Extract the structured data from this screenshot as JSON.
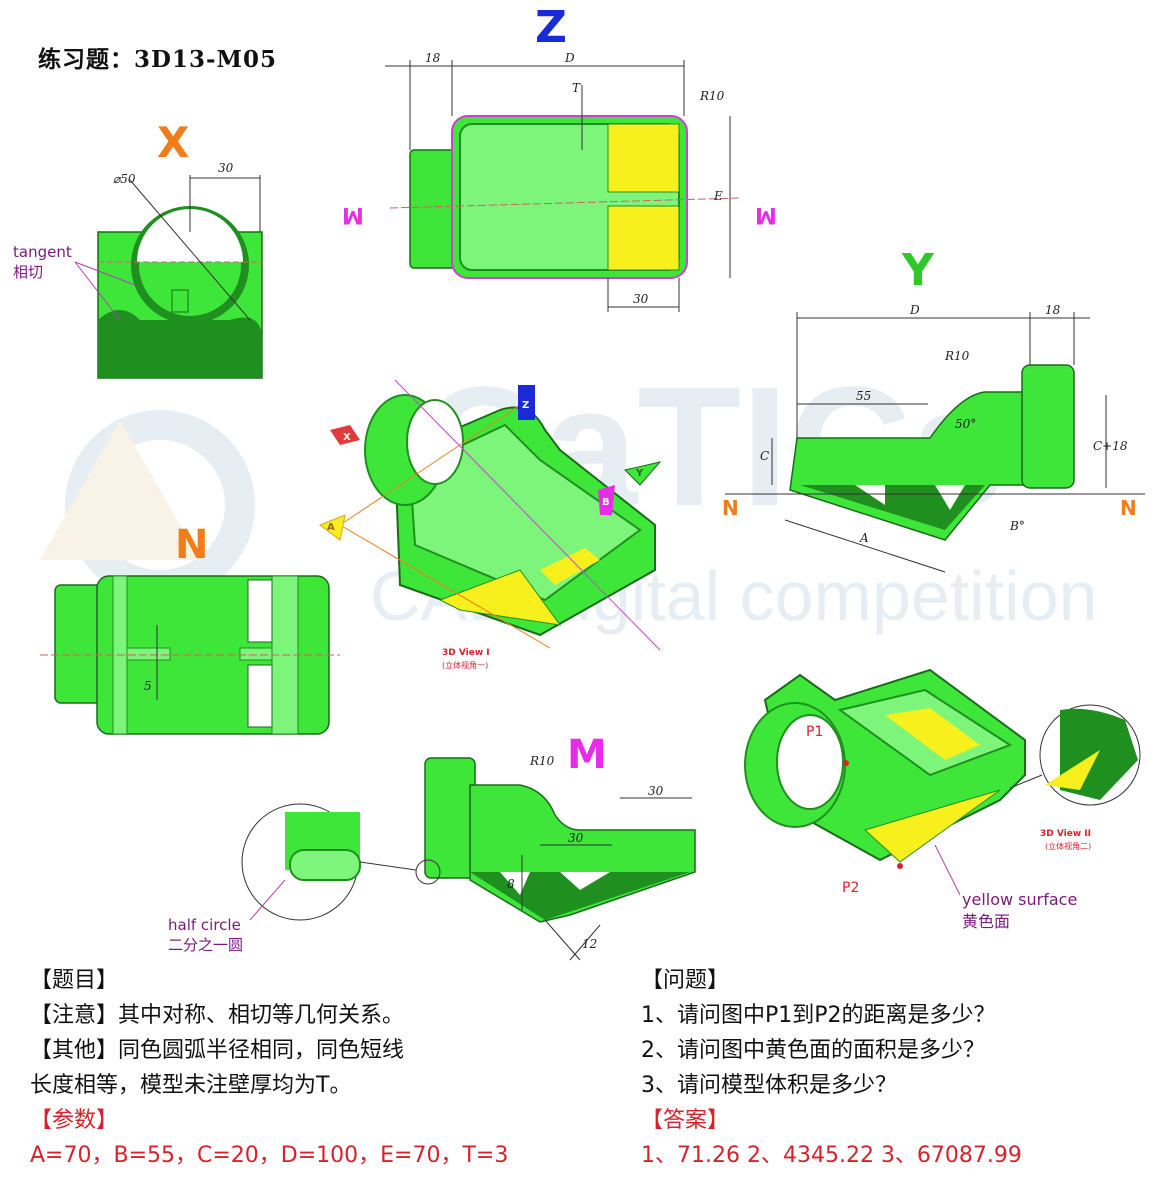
{
  "title": "练习题：3D13-M05",
  "views": {
    "x": "X",
    "z": "Z",
    "y": "Y",
    "n": "N",
    "m": "M",
    "section_m_left": "M",
    "section_m_right": "M",
    "section_n_left": "N",
    "section_n_right": "N"
  },
  "dimensions": {
    "z_18": "18",
    "z_d": "D",
    "z_t": "T",
    "z_r10": "R10",
    "z_e": "E",
    "z_30": "30",
    "x_30": "30",
    "x_d50": "⌀50",
    "y_d": "D",
    "y_18": "18",
    "y_r10": "R10",
    "y_55": "55",
    "y_50deg": "50°",
    "y_c": "C",
    "y_c18": "C+18",
    "y_a": "A",
    "y_b": "B°",
    "n_5": "5",
    "m_r10": "R10",
    "m_30a": "30",
    "m_30b": "30",
    "m_8": "8",
    "m_12": "12"
  },
  "annotations": {
    "tangent_en": "tangent",
    "tangent_cn": "相切",
    "half_circle_en": "half circle",
    "half_circle_cn": "二分之一圆",
    "view1_en": "3D View I",
    "view1_cn": "(立体视角一)",
    "view2_en": "3D View II",
    "view2_cn": "(立体视角二)",
    "p1": "P1",
    "p2": "P2",
    "yellow_en": "yellow surface",
    "yellow_cn": "黄色面",
    "iso_a": "A",
    "iso_x": "X",
    "iso_z": "Z",
    "iso_y": "Y",
    "iso_b": "B"
  },
  "watermark": {
    "line1": "CaTICs",
    "line2": "CAD digital competition"
  },
  "left_text": {
    "heading": "【题目】",
    "note": "【注意】其中对称、相切等几何关系。",
    "other1": "【其他】同色圆弧半径相同，同色短线",
    "other2": "长度相等，模型未注壁厚均为T。",
    "params_heading": "【参数】",
    "params": "A=70，B=55，C=20，D=100，E=70，T=3"
  },
  "right_text": {
    "heading": "【问题】",
    "q1": "1、请问图中P1到P2的距离是多少？",
    "q2": "2、请问图中黄色面的面积是多少？",
    "q3": "3、请问模型体积是多少？",
    "answer_heading": "【答案】",
    "answers": "1、71.26  2、4345.22  3、67087.99"
  },
  "colors": {
    "green": "#3ee63a",
    "dark_green": "#1f8f1f",
    "yellow": "#f7f01c",
    "magenta": "#e62ee6",
    "blue": "#1a2ad6",
    "orange": "#f07c1c",
    "answer_red": "#d6232b"
  }
}
